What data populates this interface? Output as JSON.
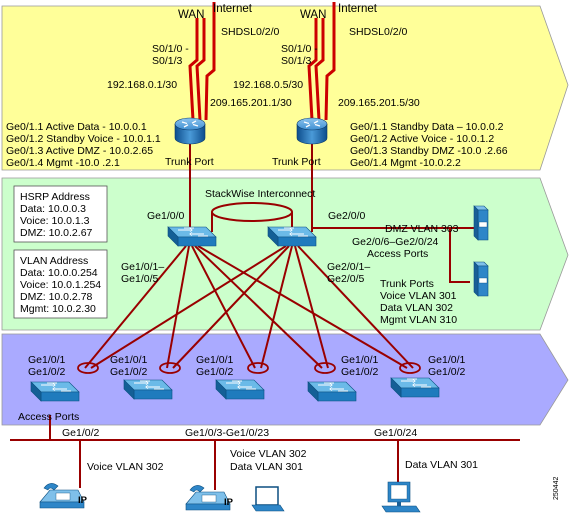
{
  "colors": {
    "core_band": "#ffff99",
    "distribution_band": "#ccffcc",
    "access_band": "#aaaaff",
    "link": "#990000",
    "wan_link": "#cc0000",
    "router": "#1a66b3",
    "switch": "#2e9bd6",
    "server": "#3b8fd0"
  },
  "icons": {
    "router": "router-icon",
    "switch": "switch-icon",
    "server": "server-icon",
    "phone": "ip-phone-icon",
    "laptop": "laptop-icon",
    "pc": "workstation-icon"
  },
  "core": {
    "wan_left": "WAN",
    "internet_left": "Internet",
    "wan_right": "WAN",
    "internet_right": "Internet",
    "shdsl_left": "SHDSL0/2/0",
    "shdsl_right": "SHDSL0/2/0",
    "serial_left_1": "S0/1/0 -",
    "serial_left_2": "S0/1/3",
    "serial_right_1": "S0/1/0 -",
    "serial_right_2": "S0/1/3",
    "ip_left_wan": "192.168.0.1/30",
    "ip_right_wan": "192.168.0.5/30",
    "ip_left_internet": "209.165.201.1/30",
    "ip_right_internet": "209.165.201.5/30",
    "router_left_ifaces": [
      "Ge0/1.1 Active Data - 10.0.0.1",
      "Ge0/1.2 Standby Voice - 10.0.1.1",
      "Ge0/1.3 Active DMZ - 10.0.2.65",
      "Ge0/1.4 Mgmt -10.0 .2.1"
    ],
    "router_right_ifaces": [
      "Ge0/1.1 Standby Data – 10.0.0.2",
      "Ge0/1.2 Active Voice - 10.0.1.2",
      "Ge0/1.3 Standby DMZ -10.0 .2.66",
      "Ge0/1.4 Mgmt -10.0.2.2"
    ],
    "trunk_left": "Trunk Port",
    "trunk_right": "Trunk Port"
  },
  "distribution": {
    "stackwise": "StackWise Interconnect",
    "hsrp_box": [
      "HSRP Address",
      "Data: 10.0.0.3",
      "Voice: 10.0.1.3",
      "DMZ: 10.0.2.67"
    ],
    "vlan_box": [
      "VLAN Address",
      "Data: 10.0.0.254",
      "Voice: 10.0.1.254",
      "DMZ: 10.0.2.78",
      "Mgmt: 10.0.2.30"
    ],
    "uplink_left": "Ge1/0/0",
    "uplink_right": "Ge2/0/0",
    "down_left_1": "Ge1/0/1–",
    "down_left_2": "Ge1/0/5",
    "down_right_1": "Ge2/0/1–",
    "down_right_2": "Ge2/0/5",
    "dmz_vlan": "DMZ VLAN 303",
    "dmz_ports": "Ge2/0/6–Ge2/0/24",
    "access_ports": "Access Ports",
    "trunk_info": [
      "Trunk Ports",
      "Voice VLAN 301",
      "Data VLAN 302",
      "Mgmt VLAN 310"
    ]
  },
  "access": {
    "switch_port_top": "Ge1/0/1",
    "switch_port_bottom": "Ge1/0/2",
    "access_ports": "Access Ports",
    "port_phone": "Ge1/0/2",
    "port_range": "Ge1/0/3-Ge1/0/23",
    "port_pc": "Ge1/0/24",
    "voice_vlan_left": "Voice VLAN 302",
    "voice_vlan_mid": "Voice VLAN 302",
    "data_vlan_mid": "Data VLAN 301",
    "data_vlan_right": "Data VLAN 301",
    "phone_label": "IP",
    "figure_id": "250442"
  }
}
